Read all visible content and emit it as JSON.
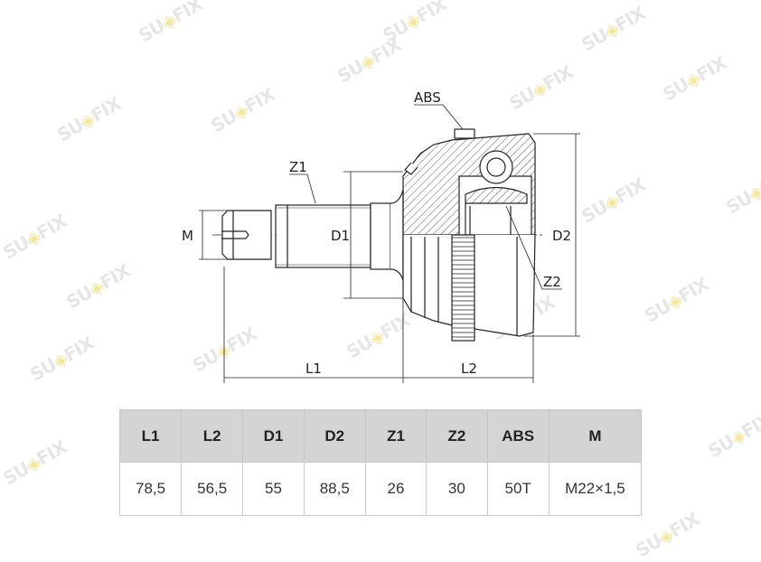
{
  "watermark": "SUFIX",
  "drawing": {
    "labels": {
      "abs": "ABS",
      "z1": "Z1",
      "z2": "Z2",
      "m": "M",
      "d1": "D1",
      "d2": "D2",
      "l1": "L1",
      "l2": "L2"
    }
  },
  "table": {
    "headers": [
      "L1",
      "L2",
      "D1",
      "D2",
      "Z1",
      "Z2",
      "ABS",
      "M"
    ],
    "values": [
      "78,5",
      "56,5",
      "55",
      "88,5",
      "26",
      "30",
      "50T",
      "M22×1,5"
    ]
  }
}
